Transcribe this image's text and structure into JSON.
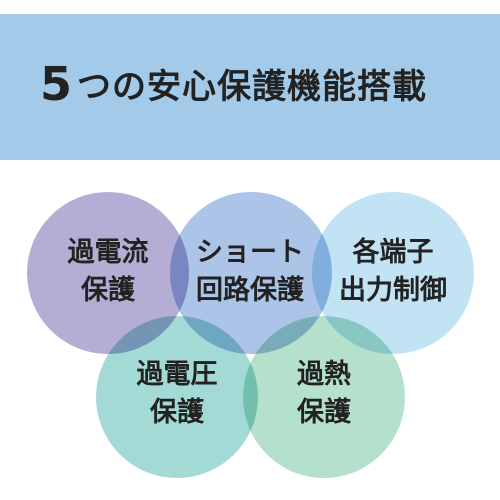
{
  "header": {
    "number": "5",
    "title_rest": "つの安心保護機能搭載"
  },
  "features": [
    {
      "line1": "過電流",
      "line2": "保護"
    },
    {
      "line1": "ショート",
      "line2": "回路保護"
    },
    {
      "line1": "各端子",
      "line2": "出力制御"
    },
    {
      "line1": "過電圧",
      "line2": "保護"
    },
    {
      "line1": "過熱",
      "line2": "保護"
    }
  ],
  "colors": {
    "banner": "#a3cbe9",
    "overcurrent": "#b4aed5",
    "short": "#abc4e8",
    "terminal": "#c2e3f4",
    "overvoltage": "#a4dad6",
    "overheat": "#b5e0cc",
    "text": "#222222"
  }
}
